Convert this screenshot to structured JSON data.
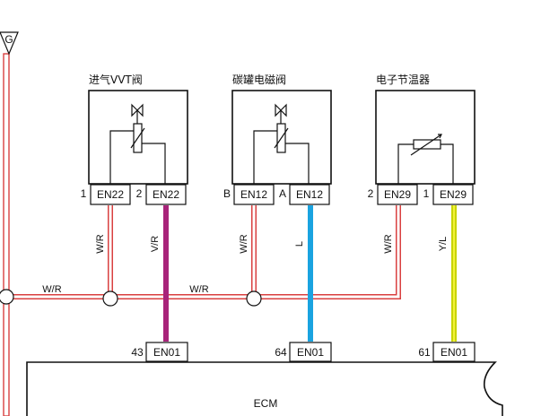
{
  "ground_label": "G",
  "components": [
    {
      "id": "intake-vvt-valve",
      "title": "进气VVT阀",
      "pins": [
        {
          "num": "1",
          "conn": "EN22"
        },
        {
          "num": "2",
          "conn": "EN22"
        }
      ]
    },
    {
      "id": "canister-solenoid-valve",
      "title": "碳罐电磁阀",
      "pins": [
        {
          "num": "B",
          "conn": "EN12"
        },
        {
          "num": "A",
          "conn": "EN12"
        }
      ]
    },
    {
      "id": "electronic-thermostat",
      "title": "电子节温器",
      "pins": [
        {
          "num": "2",
          "conn": "EN29"
        },
        {
          "num": "1",
          "conn": "EN29"
        }
      ]
    }
  ],
  "wires": {
    "vvt_pin1": "W/R",
    "vvt_pin2": "V/R",
    "canister_b": "W/R",
    "canister_a": "L",
    "thermo_pin2": "W/R",
    "thermo_pin1": "Y/L",
    "bus_left": "W/R",
    "bus_mid": "W/R"
  },
  "ecm": {
    "label": "ECM",
    "pins": [
      {
        "num": "43",
        "conn": "EN01"
      },
      {
        "num": "64",
        "conn": "EN01"
      },
      {
        "num": "61",
        "conn": "EN01"
      }
    ]
  },
  "colors": {
    "wr_wire_outer": "#d94040",
    "vr_wire": "#a8237a",
    "l_wire": "#1aa3e0",
    "yl_wire_outer": "#c8d400",
    "yl_wire_inner": "#f2f23a",
    "line": "#1a1a1a"
  }
}
